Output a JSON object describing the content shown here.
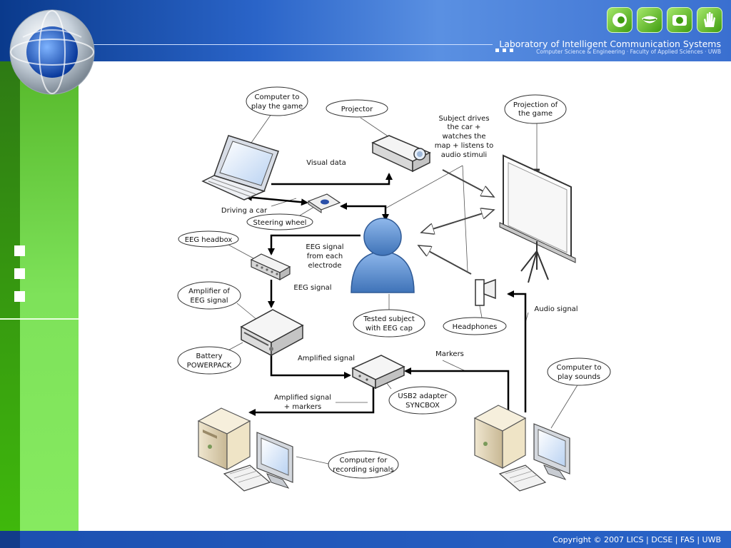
{
  "header": {
    "lab_title": "Laboratory of Intelligent Communication Systems",
    "lab_subtitle": "Computer Science & Engineering · Faculty of Applied Sciences · UWB",
    "icons": [
      "eye-icon",
      "mouth-icon",
      "camera-icon",
      "hand-icon"
    ]
  },
  "colors": {
    "header_blue": "#2a64c8",
    "sidebar_green": "#7ee25a",
    "person_blue": "#5b8fd0"
  },
  "footer": {
    "copyright": "Copyright © 2007 LICS | DCSE | FAS | UWB"
  },
  "diagram": {
    "computer_game": [
      "Computer to",
      "play the game"
    ],
    "projector": "Projector",
    "subject_drives": [
      "Subject drives",
      "the car +",
      "watches the",
      "map + listens to",
      "audio stimuli"
    ],
    "projection": [
      "Projection of",
      "the game"
    ],
    "visual_data": "Visual data",
    "driving_car": "Driving a car",
    "steering_wheel": "Steering wheel",
    "eeg_headbox": "EEG headbox",
    "eeg_signal_electrode": [
      "EEG signal",
      "from each",
      "electrode"
    ],
    "eeg_signal": "EEG signal",
    "amplifier": [
      "Amplifier of",
      "EEG signal"
    ],
    "tested_subject": [
      "Tested subject",
      "with EEG cap"
    ],
    "headphones": "Headphones",
    "audio_signal": "Audio signal",
    "battery": [
      "Battery",
      "POWERPACK"
    ],
    "amplified_signal": "Amplified signal",
    "markers": "Markers",
    "computer_sounds": [
      "Computer to",
      "play sounds"
    ],
    "amplified_markers": [
      "Amplified signal",
      "+ markers"
    ],
    "usb_adapter": [
      "USB2 adapter",
      "SYNCBOX"
    ],
    "computer_recording": [
      "Computer for",
      "recording signals"
    ]
  }
}
